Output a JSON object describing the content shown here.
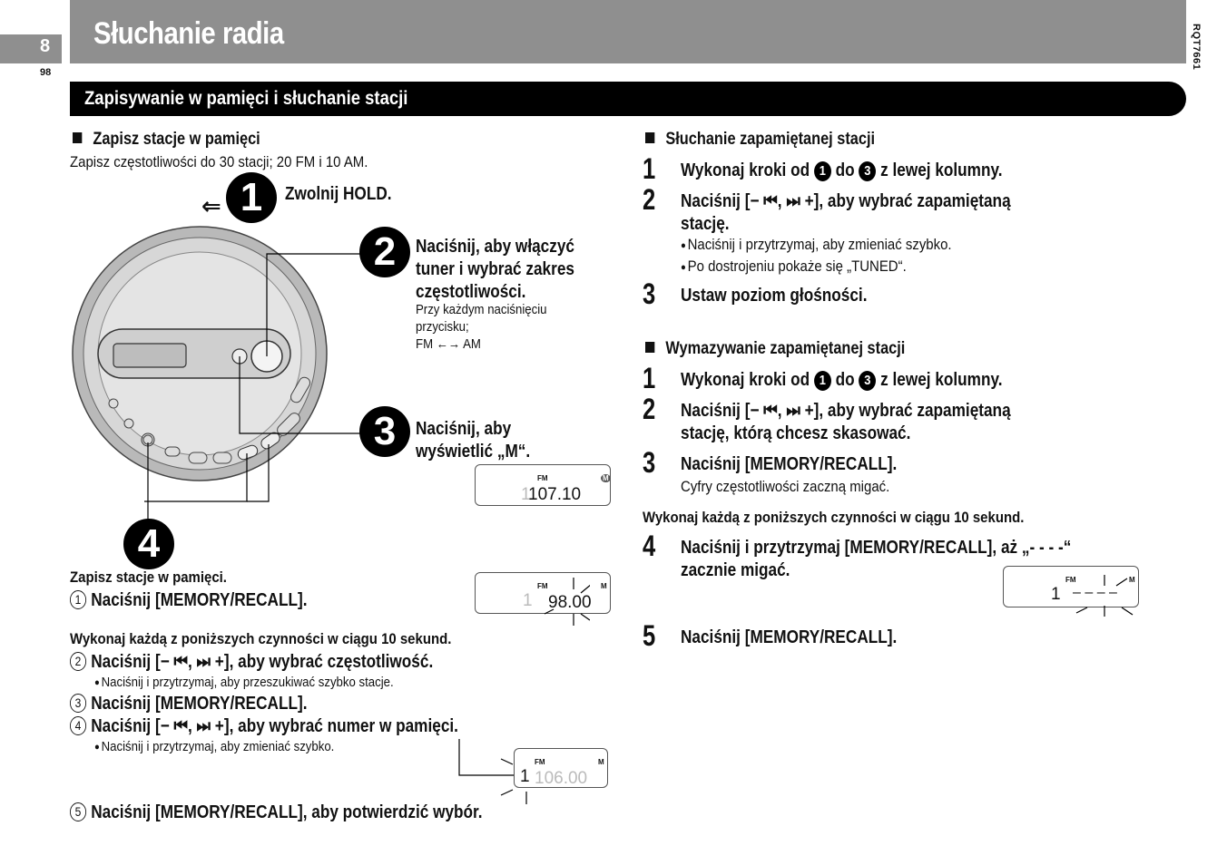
{
  "header": {
    "title": "Słuchanie radia",
    "page_number": "8",
    "page_sub": "98",
    "doc_code": "RQT7661"
  },
  "section": {
    "title": "Zapisywanie w pamięci i słuchanie stacji"
  },
  "left": {
    "heading": "Zapisz stacje w pamięci",
    "intro": "Zapisz częstotliwości do 30 stacji;  20 FM i 10 AM.",
    "step1": {
      "num": "1",
      "text": "Zwolnij HOLD."
    },
    "step2": {
      "num": "2",
      "line1": "Naciśnij, aby włączyć",
      "line2": "tuner i wybrać zakres",
      "line3": "częstotliwości.",
      "note1": "Przy każdym naciśnięciu",
      "note2": "przycisku;",
      "note3": "FM ←→ AM"
    },
    "step3": {
      "num": "3",
      "line1": "Naciśnij, aby",
      "line2": "wyświetlić „M“."
    },
    "step4": {
      "num": "4"
    },
    "lcd1": {
      "fm": "FM",
      "m": "M",
      "ghost": "1",
      "value": "107.10"
    },
    "lcd2": {
      "fm": "FM",
      "m": "M",
      "ghost": "1",
      "value": "98.00"
    },
    "lcd3": {
      "fm": "FM",
      "m": "M",
      "digit": "1",
      "ghost": "106.00"
    },
    "save_title": "Zapisz stacje w pamięci.",
    "sub1": {
      "n": "1",
      "text": "Naciśnij [MEMORY/RECALL]."
    },
    "do_within": "Wykonaj każdą z poniższych czynności w ciągu 10 sekund.",
    "sub2": {
      "n": "2",
      "text": "Naciśnij [− ⏮, ⏭ +], aby wybrać częstotliwość.",
      "bullet": "Naciśnij i przytrzymaj, aby przeszukiwać szybko stacje."
    },
    "sub3": {
      "n": "3",
      "text": "Naciśnij [MEMORY/RECALL]."
    },
    "sub4": {
      "n": "4",
      "text": "Naciśnij [− ⏮, ⏭ +], aby wybrać numer w pamięci.",
      "bullet": "Naciśnij i przytrzymaj, aby zmieniać szybko."
    },
    "sub5": {
      "n": "5",
      "text": "Naciśnij [MEMORY/RECALL], aby potwierdzić wybór."
    }
  },
  "right": {
    "listen": {
      "heading": "Słuchanie zapamiętanej stacji",
      "s1": {
        "num": "1",
        "a": "Wykonaj kroki od",
        "d1": "1",
        "b": "do",
        "d2": "3",
        "c": "z lewej kolumny."
      },
      "s2": {
        "num": "2",
        "line1": "Naciśnij [− ⏮, ⏭ +], aby wybrać zapamiętaną",
        "line2": "stację.",
        "b1": "Naciśnij i przytrzymaj, aby zmieniać szybko.",
        "b2": "Po dostrojeniu pokaże się „TUNED“."
      },
      "s3": {
        "num": "3",
        "text": "Ustaw poziom głośności."
      }
    },
    "erase": {
      "heading": "Wymazywanie zapamiętanej stacji",
      "s1": {
        "num": "1",
        "a": "Wykonaj kroki od",
        "d1": "1",
        "b": "do",
        "d2": "3",
        "c": "z lewej kolumny."
      },
      "s2": {
        "num": "2",
        "line1": "Naciśnij [− ⏮, ⏭ +], aby wybrać zapamiętaną",
        "line2": "stację, którą chcesz skasować."
      },
      "s3": {
        "num": "3",
        "text": "Naciśnij [MEMORY/RECALL].",
        "note": "Cyfry częstotliwości zaczną migać."
      },
      "do_within": "Wykonaj każdą z poniższych czynności w ciągu 10 sekund.",
      "s4": {
        "num": "4",
        "line1": "Naciśnij i przytrzymaj [MEMORY/RECALL], aż „- - - -“",
        "line2": "zacznie migać."
      },
      "lcd": {
        "fm": "FM",
        "m": "M",
        "digit": "1",
        "dashes": "– – – –"
      },
      "s5": {
        "num": "5",
        "text": "Naciśnij [MEMORY/RECALL]."
      }
    }
  },
  "colors": {
    "header_gray": "#8f8f8f",
    "section_black": "#000000"
  }
}
